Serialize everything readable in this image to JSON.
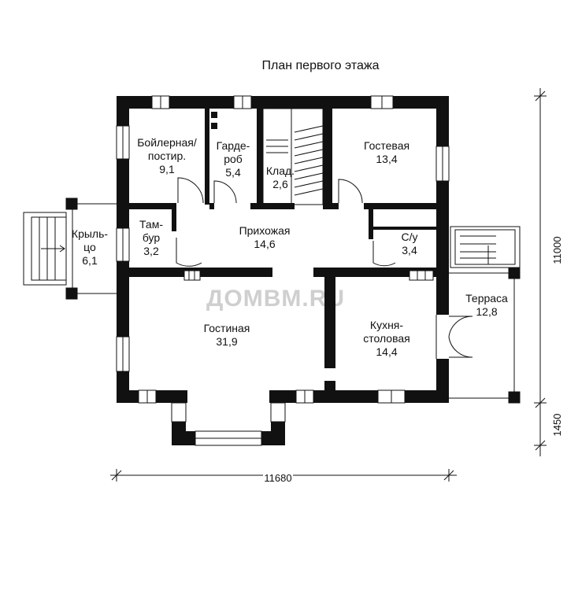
{
  "title": "План первого этажа",
  "watermark": "ДОМВМ.RU",
  "rooms": [
    {
      "id": "boiler",
      "lines": [
        "Бойлерная/",
        "постир.",
        "9,1"
      ]
    },
    {
      "id": "wardrobe",
      "lines": [
        "Гарде-",
        "роб",
        "5,4"
      ]
    },
    {
      "id": "storage",
      "lines": [
        "Клад.",
        "2,6"
      ]
    },
    {
      "id": "guest",
      "lines": [
        "Гостевая",
        "13,4"
      ]
    },
    {
      "id": "vestibule",
      "lines": [
        "Там-",
        "бур",
        "3,2"
      ]
    },
    {
      "id": "hall",
      "lines": [
        "Прихожая",
        "14,6"
      ]
    },
    {
      "id": "wc",
      "lines": [
        "С/у",
        "3,4"
      ]
    },
    {
      "id": "porch",
      "lines": [
        "Крыль-",
        "цо",
        "6,1"
      ]
    },
    {
      "id": "living",
      "lines": [
        "Гостиная",
        "31,9"
      ]
    },
    {
      "id": "kitchen",
      "lines": [
        "Кухня-",
        "столовая",
        "14,4"
      ]
    },
    {
      "id": "terrace",
      "lines": [
        "Терраса",
        "12,8"
      ]
    }
  ],
  "dimensions": {
    "width": "11680",
    "depth": "11000",
    "bay": "1450"
  }
}
